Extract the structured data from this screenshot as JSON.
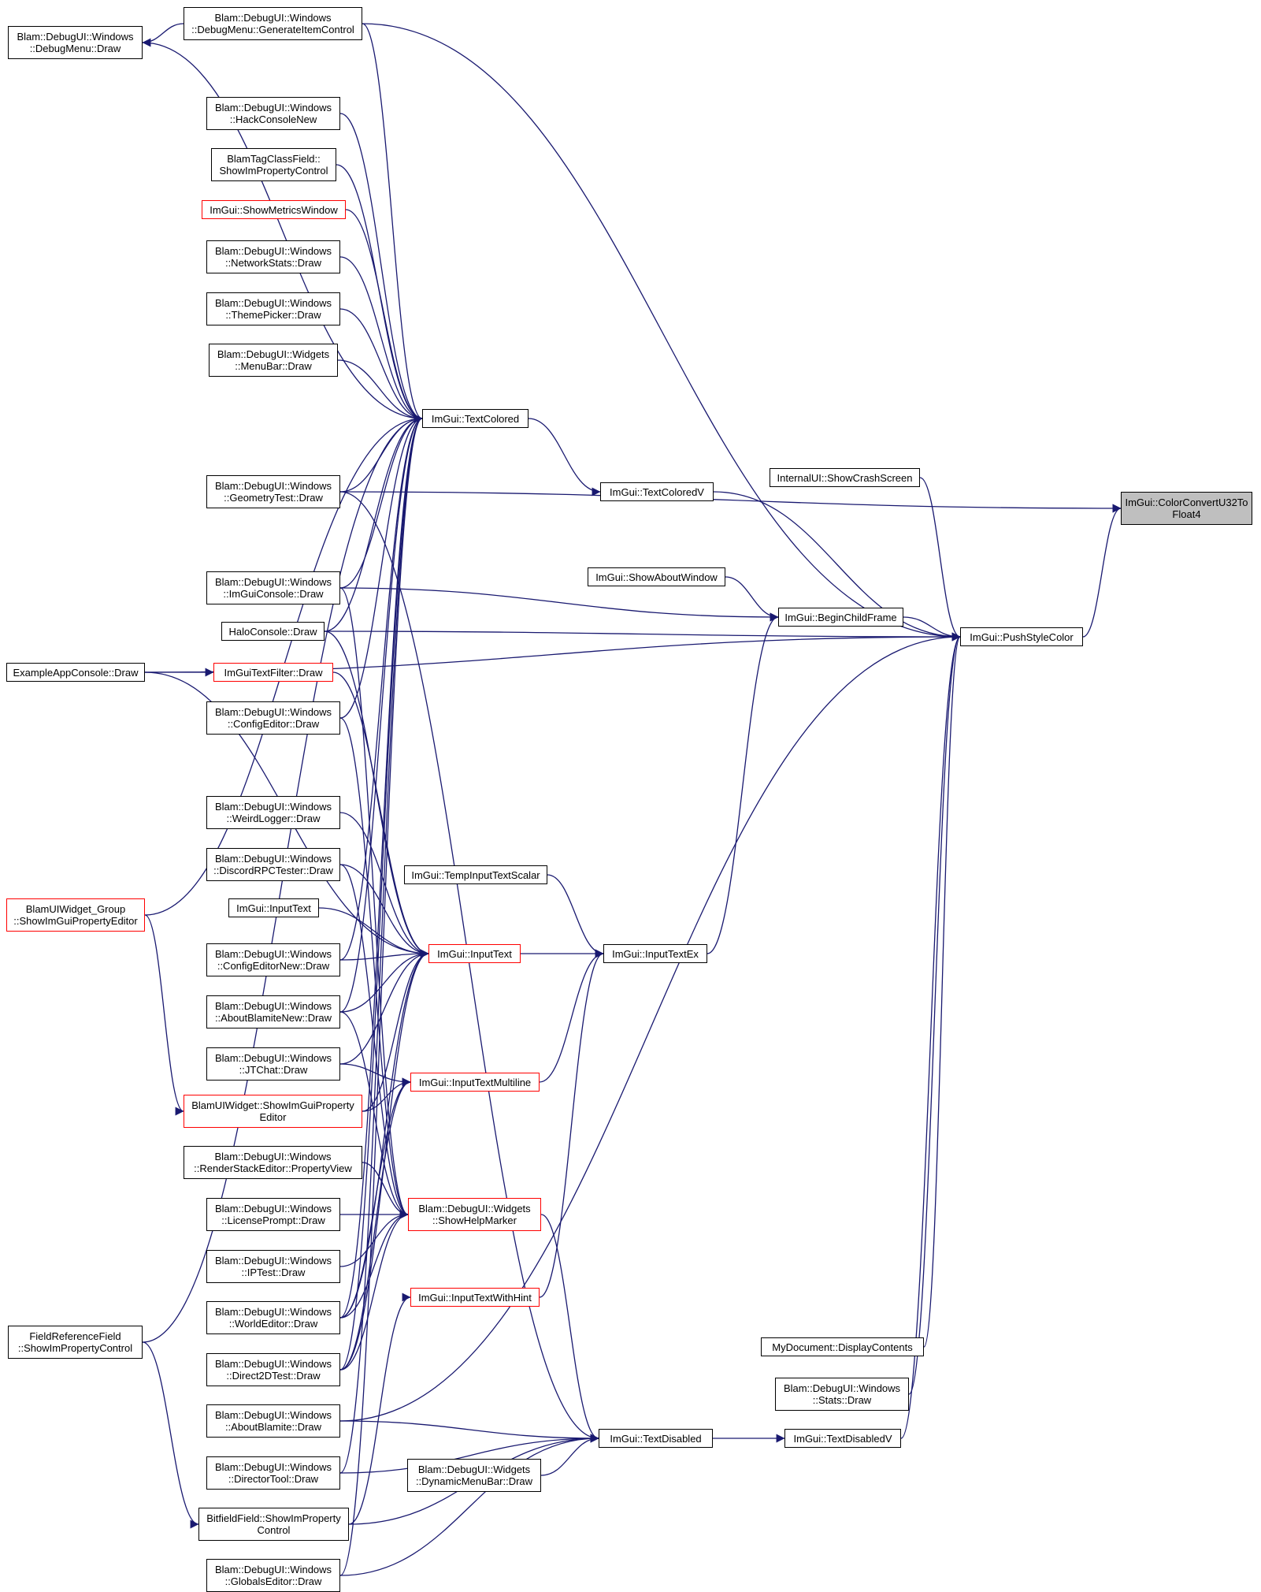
{
  "colors": {
    "edge": "#191970",
    "node_border": "#000000",
    "incomplete_border": "#ff0000",
    "highlight_fill": "#bfbfbf",
    "background": "#ffffff"
  },
  "nodes": {
    "target": {
      "lines": [
        "ImGui::ColorConvertU32To",
        "Float4"
      ]
    },
    "pushstyle": {
      "lines": [
        "ImGui::PushStyleColor"
      ]
    },
    "gen_item": {
      "lines": [
        "Blam::DebugUI::Windows",
        "::DebugMenu::GenerateItemControl"
      ]
    },
    "debugmenu": {
      "lines": [
        "Blam::DebugUI::Windows",
        "::DebugMenu::Draw"
      ]
    },
    "hackconsole": {
      "lines": [
        "Blam::DebugUI::Windows",
        "::HackConsoleNew"
      ]
    },
    "blamtag": {
      "lines": [
        "BlamTagClassField::",
        "ShowImPropertyControl"
      ]
    },
    "metrics": {
      "lines": [
        "ImGui::ShowMetricsWindow"
      ]
    },
    "netstats": {
      "lines": [
        "Blam::DebugUI::Windows",
        "::NetworkStats::Draw"
      ]
    },
    "theme": {
      "lines": [
        "Blam::DebugUI::Windows",
        "::ThemePicker::Draw"
      ]
    },
    "menubar": {
      "lines": [
        "Blam::DebugUI::Widgets",
        "::MenuBar::Draw"
      ]
    },
    "textcolored": {
      "lines": [
        "ImGui::TextColored"
      ]
    },
    "geomtest": {
      "lines": [
        "Blam::DebugUI::Windows",
        "::GeometryTest::Draw"
      ]
    },
    "textcoloredv": {
      "lines": [
        "ImGui::TextColoredV"
      ]
    },
    "crash": {
      "lines": [
        "InternalUI::ShowCrashScreen"
      ]
    },
    "imguiconsole": {
      "lines": [
        "Blam::DebugUI::Windows",
        "::ImGuiConsole::Draw"
      ]
    },
    "about": {
      "lines": [
        "ImGui::ShowAboutWindow"
      ]
    },
    "beginchild": {
      "lines": [
        "ImGui::BeginChildFrame"
      ]
    },
    "haloconsole": {
      "lines": [
        "HaloConsole::Draw"
      ]
    },
    "exampleapp": {
      "lines": [
        "ExampleAppConsole::Draw"
      ]
    },
    "textfilter": {
      "lines": [
        "ImGuiTextFilter::Draw"
      ]
    },
    "configeditor": {
      "lines": [
        "Blam::DebugUI::Windows",
        "::ConfigEditor::Draw"
      ]
    },
    "weirdlogger": {
      "lines": [
        "Blam::DebugUI::Windows",
        "::WeirdLogger::Draw"
      ]
    },
    "discord": {
      "lines": [
        "Blam::DebugUI::Windows",
        "::DiscordRPCTester::Draw"
      ]
    },
    "tempinput": {
      "lines": [
        "ImGui::TempInputTextScalar"
      ]
    },
    "inputtext_l": {
      "lines": [
        "ImGui::InputText"
      ]
    },
    "group": {
      "lines": [
        "BlamUIWidget_Group",
        "::ShowImGuiPropertyEditor"
      ]
    },
    "configeditnew": {
      "lines": [
        "Blam::DebugUI::Windows",
        "::ConfigEditorNew::Draw"
      ]
    },
    "inputtext": {
      "lines": [
        "ImGui::InputText"
      ]
    },
    "inputtextex": {
      "lines": [
        "ImGui::InputTextEx"
      ]
    },
    "aboutnew": {
      "lines": [
        "Blam::DebugUI::Windows",
        "::AboutBlamiteNew::Draw"
      ]
    },
    "jtchat": {
      "lines": [
        "Blam::DebugUI::Windows",
        "::JTChat::Draw"
      ]
    },
    "multiline": {
      "lines": [
        "ImGui::InputTextMultiline"
      ]
    },
    "uiwidget": {
      "lines": [
        "BlamUIWidget::ShowImGuiProperty",
        "Editor"
      ]
    },
    "renderstack": {
      "lines": [
        "Blam::DebugUI::Windows",
        "::RenderStackEditor::PropertyView"
      ]
    },
    "license": {
      "lines": [
        "Blam::DebugUI::Windows",
        "::LicensePrompt::Draw"
      ]
    },
    "helpmarker": {
      "lines": [
        "Blam::DebugUI::Widgets",
        "::ShowHelpMarker"
      ]
    },
    "iptest": {
      "lines": [
        "Blam::DebugUI::Windows",
        "::IPTest::Draw"
      ]
    },
    "withhint": {
      "lines": [
        "ImGui::InputTextWithHint"
      ]
    },
    "worldeditor": {
      "lines": [
        "Blam::DebugUI::Windows",
        "::WorldEditor::Draw"
      ]
    },
    "fieldref": {
      "lines": [
        "FieldReferenceField",
        "::ShowImPropertyControl"
      ]
    },
    "mydoc": {
      "lines": [
        "MyDocument::DisplayContents"
      ]
    },
    "d2d": {
      "lines": [
        "Blam::DebugUI::Windows",
        "::Direct2DTest::Draw"
      ]
    },
    "stats": {
      "lines": [
        "Blam::DebugUI::Windows",
        "::Stats::Draw"
      ]
    },
    "aboutblamite": {
      "lines": [
        "Blam::DebugUI::Windows",
        "::AboutBlamite::Draw"
      ]
    },
    "textdisabled": {
      "lines": [
        "ImGui::TextDisabled"
      ]
    },
    "textdisabledv": {
      "lines": [
        "ImGui::TextDisabledV"
      ]
    },
    "director": {
      "lines": [
        "Blam::DebugUI::Windows",
        "::DirectorTool::Draw"
      ]
    },
    "dynmenu": {
      "lines": [
        "Blam::DebugUI::Widgets",
        "::DynamicMenuBar::Draw"
      ]
    },
    "bitfield": {
      "lines": [
        "BitfieldField::ShowImProperty",
        "Control"
      ]
    },
    "globals": {
      "lines": [
        "Blam::DebugUI::Windows",
        "::GlobalsEditor::Draw"
      ]
    }
  },
  "edges": [
    [
      "pushstyle",
      "target"
    ],
    [
      "textcolored",
      "textcoloredv"
    ],
    [
      "textcoloredv",
      "pushstyle"
    ],
    [
      "crash",
      "pushstyle"
    ],
    [
      "beginchild",
      "pushstyle"
    ],
    [
      "about",
      "beginchild"
    ],
    [
      "imguiconsole",
      "beginchild"
    ],
    [
      "haloconsole",
      "pushstyle"
    ],
    [
      "exampleapp",
      "pushstyle"
    ],
    [
      "gen_item",
      "pushstyle"
    ],
    [
      "geomtest",
      "target"
    ],
    [
      "exampleapp",
      "textfilter"
    ],
    [
      "gen_item",
      "debugmenu"
    ],
    [
      "debugmenu",
      "textcolored"
    ],
    [
      "gen_item",
      "textcolored"
    ],
    [
      "hackconsole",
      "textcolored"
    ],
    [
      "blamtag",
      "textcolored"
    ],
    [
      "metrics",
      "textcolored"
    ],
    [
      "netstats",
      "textcolored"
    ],
    [
      "theme",
      "textcolored"
    ],
    [
      "menubar",
      "textcolored"
    ],
    [
      "geomtest",
      "textcolored"
    ],
    [
      "imguiconsole",
      "textcolored"
    ],
    [
      "haloconsole",
      "textcolored"
    ],
    [
      "configeditor",
      "textcolored"
    ],
    [
      "fieldref",
      "textcolored"
    ],
    [
      "group",
      "textcolored"
    ],
    [
      "inputtext",
      "inputtextex"
    ],
    [
      "tempinput",
      "inputtextex"
    ],
    [
      "multiline",
      "inputtextex"
    ],
    [
      "withhint",
      "inputtextex"
    ],
    [
      "inputtextex",
      "beginchild"
    ],
    [
      "inputtext_l",
      "inputtext"
    ],
    [
      "configeditnew",
      "inputtext"
    ],
    [
      "jtchat",
      "multiline"
    ],
    [
      "uiwidget",
      "multiline"
    ],
    [
      "group",
      "uiwidget"
    ],
    [
      "bitfield",
      "withhint"
    ],
    [
      "fieldref",
      "bitfield"
    ],
    [
      "renderstack",
      "helpmarker"
    ],
    [
      "license",
      "helpmarker"
    ],
    [
      "helpmarker",
      "textdisabled"
    ],
    [
      "textdisabled",
      "textdisabledv"
    ],
    [
      "textdisabledv",
      "pushstyle"
    ],
    [
      "mydoc",
      "pushstyle"
    ],
    [
      "stats",
      "pushstyle"
    ],
    [
      "aboutblamite",
      "pushstyle"
    ],
    [
      "aboutblamite",
      "textdisabled"
    ],
    [
      "director",
      "textdisabled"
    ],
    [
      "dynmenu",
      "textdisabled"
    ],
    [
      "bitfield",
      "textdisabled"
    ],
    [
      "globals",
      "textdisabled"
    ],
    [
      "textfilter",
      "inputtext"
    ],
    [
      "haloconsole",
      "inputtext"
    ],
    [
      "exampleapp",
      "inputtext"
    ],
    [
      "weirdlogger",
      "inputtext"
    ],
    [
      "discord",
      "inputtext"
    ],
    [
      "aboutnew",
      "inputtext"
    ],
    [
      "jtchat",
      "inputtext"
    ],
    [
      "uiwidget",
      "inputtext"
    ],
    [
      "worldeditor",
      "inputtext"
    ],
    [
      "d2d",
      "inputtext"
    ],
    [
      "iptest",
      "helpmarker"
    ],
    [
      "worldeditor",
      "helpmarker"
    ],
    [
      "d2d",
      "helpmarker"
    ],
    [
      "configeditor",
      "helpmarker"
    ],
    [
      "aboutnew",
      "helpmarker"
    ],
    [
      "worldeditor",
      "multiline"
    ],
    [
      "d2d",
      "multiline"
    ],
    [
      "geomtest",
      "textdisabled"
    ],
    [
      "imguiconsole",
      "helpmarker"
    ],
    [
      "worldeditor",
      "textcolored"
    ],
    [
      "d2d",
      "textcolored"
    ],
    [
      "aboutnew",
      "textcolored"
    ],
    [
      "configeditnew",
      "textcolored"
    ],
    [
      "director",
      "textcolored"
    ],
    [
      "globals",
      "textcolored"
    ],
    [
      "discord",
      "helpmarker"
    ]
  ]
}
